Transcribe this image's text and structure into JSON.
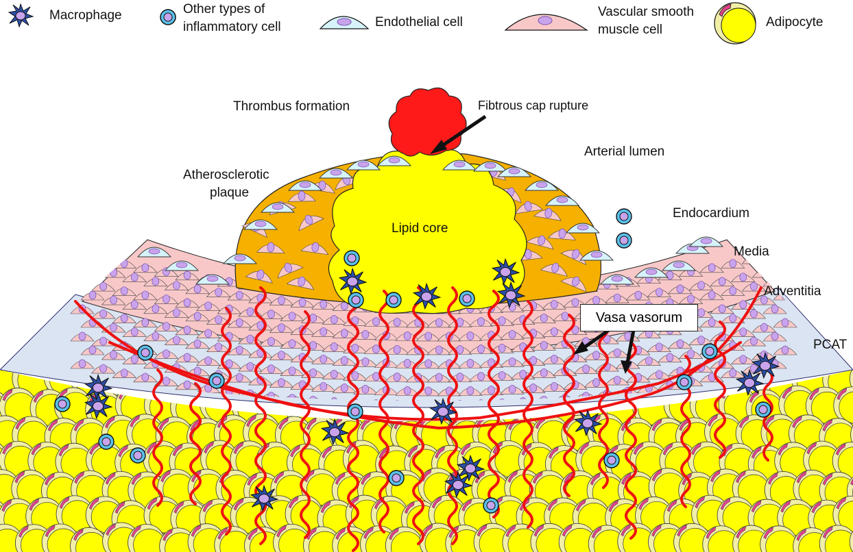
{
  "legend": {
    "macrophage": "Macrophage",
    "inflammatory_line1": "Other types of",
    "inflammatory_line2": "inflammatory cell",
    "endothelial": "Endothelial cell",
    "vsmc_line1": "Vascular smooth",
    "vsmc_line2": "muscle cell",
    "adipocyte": "Adipocyte"
  },
  "labels": {
    "thrombus": "Thrombus formation",
    "fibrous_cap": "Fibtrous cap rupture",
    "arterial_lumen": "Arterial lumen",
    "plaque_line1": "Atherosclerotic",
    "plaque_line2": "plaque",
    "lipid_core": "Lipid core",
    "endocardium": "Endocardium",
    "media": "Media",
    "adventitia": "Adventitia",
    "vasa_vasorum": "Vasa vasorum",
    "pcat": "PCAT"
  },
  "colors": {
    "endothelial_fill": "#d6f3fa",
    "vsmc_fill": "#f8c8c8",
    "nucleus_fill": "#c9a4ec",
    "nucleus_stroke": "#7a4fb0",
    "adipocyte_fill": "#ffff00",
    "adipocyte_rim": "#f1eea8",
    "adipocyte_nucleus": "#e0428c",
    "macrophage_fill": "#2c4fa8",
    "inflam_outer": "#5bc0ea",
    "plaque_orange": "#f5b000",
    "lipid_yellow": "#ffff00",
    "adventitia_fill": "#dbe4f2",
    "vessel_red": "#ee1111",
    "thrombus_red": "#ff1a1a"
  }
}
